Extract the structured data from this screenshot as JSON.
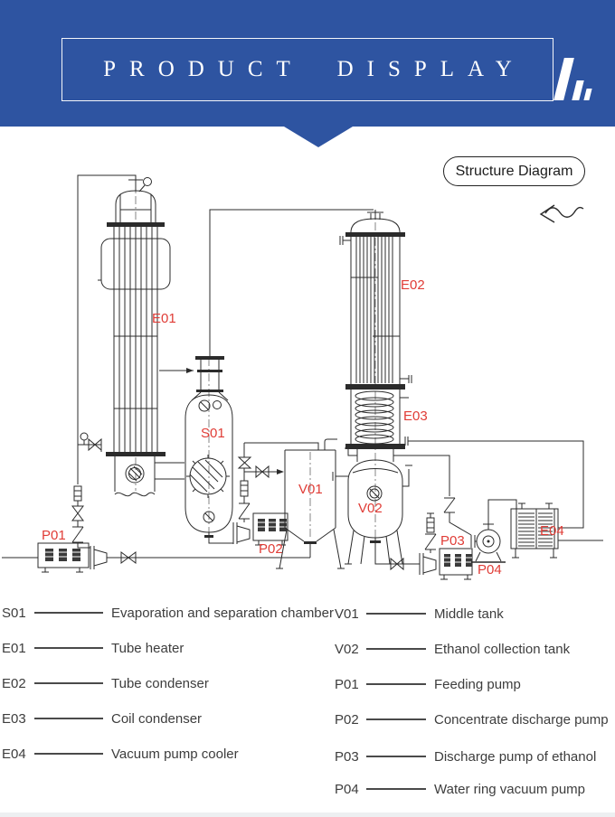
{
  "header": {
    "title": "PRODUCT DISPLAY"
  },
  "structure_label": "Structure Diagram",
  "diagram": {
    "tags": {
      "e01": "E01",
      "e02": "E02",
      "e03": "E03",
      "e04": "E04",
      "s01": "S01",
      "v01": "V01",
      "v02": "V02",
      "p01": "P01",
      "p02": "P02",
      "p03": "P03",
      "p04": "P04"
    }
  },
  "legend": {
    "left": [
      {
        "code": "S01",
        "desc": "Evaporation and separation chamber"
      },
      {
        "code": "E01",
        "desc": "Tube heater"
      },
      {
        "code": "E02",
        "desc": "Tube condenser"
      },
      {
        "code": "E03",
        "desc": "Coil condenser"
      },
      {
        "code": "E04",
        "desc": "Vacuum pump cooler"
      }
    ],
    "right": [
      {
        "code": "V01",
        "desc": "Middle tank"
      },
      {
        "code": "V02",
        "desc": "Ethanol collection tank"
      },
      {
        "code": "P01",
        "desc": "Feeding pump"
      },
      {
        "code": "P02",
        "desc": "Concentrate discharge pump"
      },
      {
        "code": "P03",
        "desc": "Discharge pump of ethanol"
      },
      {
        "code": "P04",
        "desc": "Water ring vacuum pump"
      }
    ]
  },
  "colors": {
    "banner_blue": "#2e54a1",
    "tag_red": "#e03c36",
    "line_dark": "#2b2b2b"
  }
}
